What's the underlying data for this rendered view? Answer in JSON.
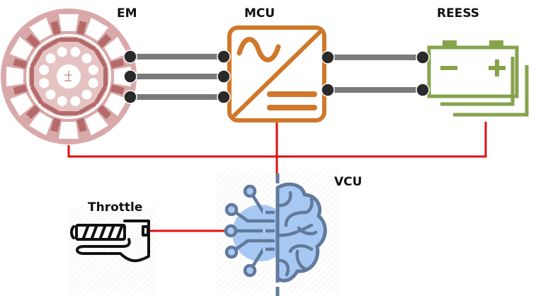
{
  "labels": {
    "em": "EM",
    "mcu": "MCU",
    "reess": "REESS",
    "vcu": "VCU",
    "throttle": "Throttle"
  },
  "icons": {
    "em": "electric-motor-stator-icon",
    "mcu": "ac-dc-inverter-icon",
    "reess": "battery-stack-icon",
    "vcu": "ai-brain-circuit-icon",
    "throttle": "twist-throttle-icon"
  },
  "colors": {
    "motor": "#c78d8d",
    "motor_dark": "#b56a6a",
    "inverter": "#d0782a",
    "battery": "#86a34c",
    "brain": "#a7c8f2",
    "brain_stroke": "#617a9c",
    "signal_line": "#e01010",
    "power_wire": "#7a7a7a",
    "terminal": "#2a2a2a"
  },
  "connections": {
    "em_to_mcu_phases": 3,
    "mcu_to_reess_dc": 2,
    "can_bus": [
      "EM",
      "MCU",
      "REESS",
      "VCU"
    ],
    "throttle_to": "VCU"
  }
}
